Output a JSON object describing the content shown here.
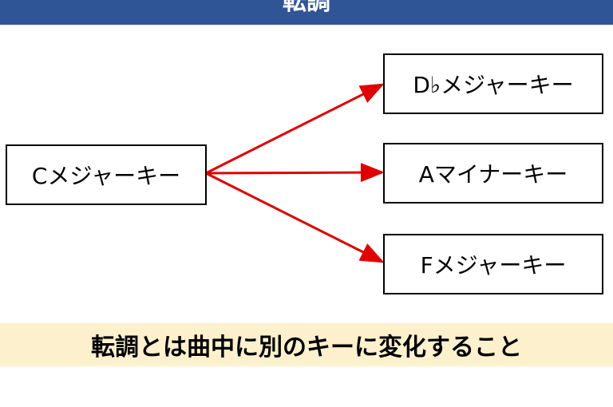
{
  "header": {
    "title": "転調"
  },
  "source": {
    "label": "Cメジャーキー"
  },
  "targets": [
    {
      "label": "D♭メジャーキー"
    },
    {
      "label": "Aマイナーキー"
    },
    {
      "label": "Fメジャーキー"
    }
  ],
  "banner": {
    "text": "転調とは曲中に別のキーに変化すること"
  },
  "colors": {
    "header": "#2f5597",
    "arrow": "#e00000",
    "banner": "#fdf1cd"
  }
}
